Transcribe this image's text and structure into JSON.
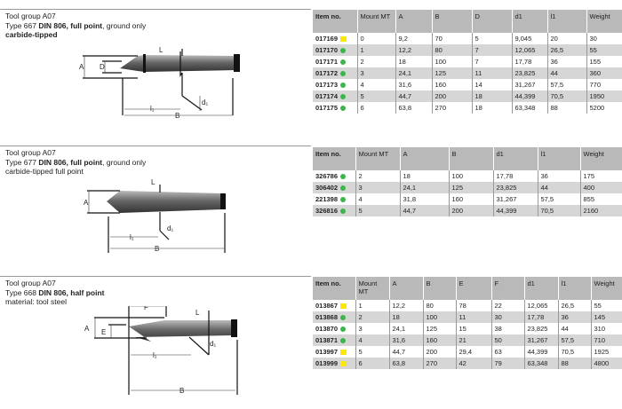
{
  "colors": {
    "available": "#3cb54a",
    "on_request": "#ffe800"
  },
  "sections": [
    {
      "group": "Tool group A07",
      "type_prefix": "Type 667 ",
      "type_bold": "DIN 806, full point",
      "type_suffix": ", ground only",
      "line3": "carbide-tipped",
      "line3_bold": true,
      "labels": {
        "A": "A",
        "D": "D",
        "l1": "l₁",
        "d1": "d₁",
        "B": "B",
        "L": "L"
      },
      "headers": [
        "Item no.",
        "Mount MT",
        "A",
        "B",
        "D",
        "d1",
        "l1",
        "Weight"
      ],
      "rows": [
        [
          "017169",
          "yellow",
          "0",
          "9,2",
          "70",
          "5",
          "9,045",
          "20",
          "30"
        ],
        [
          "017170",
          "green",
          "1",
          "12,2",
          "80",
          "7",
          "12,065",
          "26,5",
          "55"
        ],
        [
          "017171",
          "green",
          "2",
          "18",
          "100",
          "7",
          "17,78",
          "36",
          "155"
        ],
        [
          "017172",
          "green",
          "3",
          "24,1",
          "125",
          "11",
          "23,825",
          "44",
          "360"
        ],
        [
          "017173",
          "green",
          "4",
          "31,6",
          "160",
          "14",
          "31,267",
          "57,5",
          "770"
        ],
        [
          "017174",
          "green",
          "5",
          "44,7",
          "200",
          "18",
          "44,399",
          "70,5",
          "1950"
        ],
        [
          "017175",
          "green",
          "6",
          "63,8",
          "270",
          "18",
          "63,348",
          "88",
          "5200"
        ]
      ]
    },
    {
      "group": "Tool group A07",
      "type_prefix": "Type 677 ",
      "type_bold": "DIN 806, full point",
      "type_suffix": ", ground only",
      "line3": "carbide-tipped full point",
      "line3_bold": false,
      "labels": {
        "A": "A",
        "l1": "l₁",
        "d1": "d₁",
        "B": "B",
        "L": "L"
      },
      "headers": [
        "Item no.",
        "Mount MT",
        "A",
        "B",
        "d1",
        "l1",
        "Weight"
      ],
      "rows": [
        [
          "326786",
          "green",
          "2",
          "18",
          "100",
          "17,78",
          "36",
          "175"
        ],
        [
          "306402",
          "green",
          "3",
          "24,1",
          "125",
          "23,825",
          "44",
          "400"
        ],
        [
          "221398",
          "green",
          "4",
          "31,8",
          "160",
          "31,267",
          "57,5",
          "855"
        ],
        [
          "326816",
          "green",
          "5",
          "44,7",
          "200",
          "44,399",
          "70,5",
          "2160"
        ]
      ]
    },
    {
      "group": "Tool group A07",
      "type_prefix": "Type 668 ",
      "type_bold": "DIN 806, half point",
      "type_suffix": "",
      "line3": "material: tool steel",
      "line3_bold": false,
      "labels": {
        "A": "A",
        "E": "E",
        "F": "F",
        "l1": "l₁",
        "d1": "d₁",
        "B": "B",
        "L": "L"
      },
      "headers": [
        "Item no.",
        "Mount MT",
        "A",
        "B",
        "E",
        "F",
        "d1",
        "l1",
        "Weight"
      ],
      "rows": [
        [
          "013867",
          "yellow",
          "1",
          "12,2",
          "80",
          "78",
          "22",
          "12,065",
          "26,5",
          "55"
        ],
        [
          "013868",
          "green",
          "2",
          "18",
          "100",
          "11",
          "30",
          "17,78",
          "36",
          "145"
        ],
        [
          "013870",
          "green",
          "3",
          "24,1",
          "125",
          "15",
          "38",
          "23,825",
          "44",
          "310"
        ],
        [
          "013871",
          "green",
          "4",
          "31,6",
          "160",
          "21",
          "50",
          "31,267",
          "57,5",
          "710"
        ],
        [
          "013997",
          "yellow",
          "5",
          "44,7",
          "200",
          "29,4",
          "63",
          "44,399",
          "70,5",
          "1925"
        ],
        [
          "013999",
          "yellow",
          "6",
          "63,8",
          "270",
          "42",
          "79",
          "63,348",
          "88",
          "4800"
        ]
      ]
    }
  ]
}
